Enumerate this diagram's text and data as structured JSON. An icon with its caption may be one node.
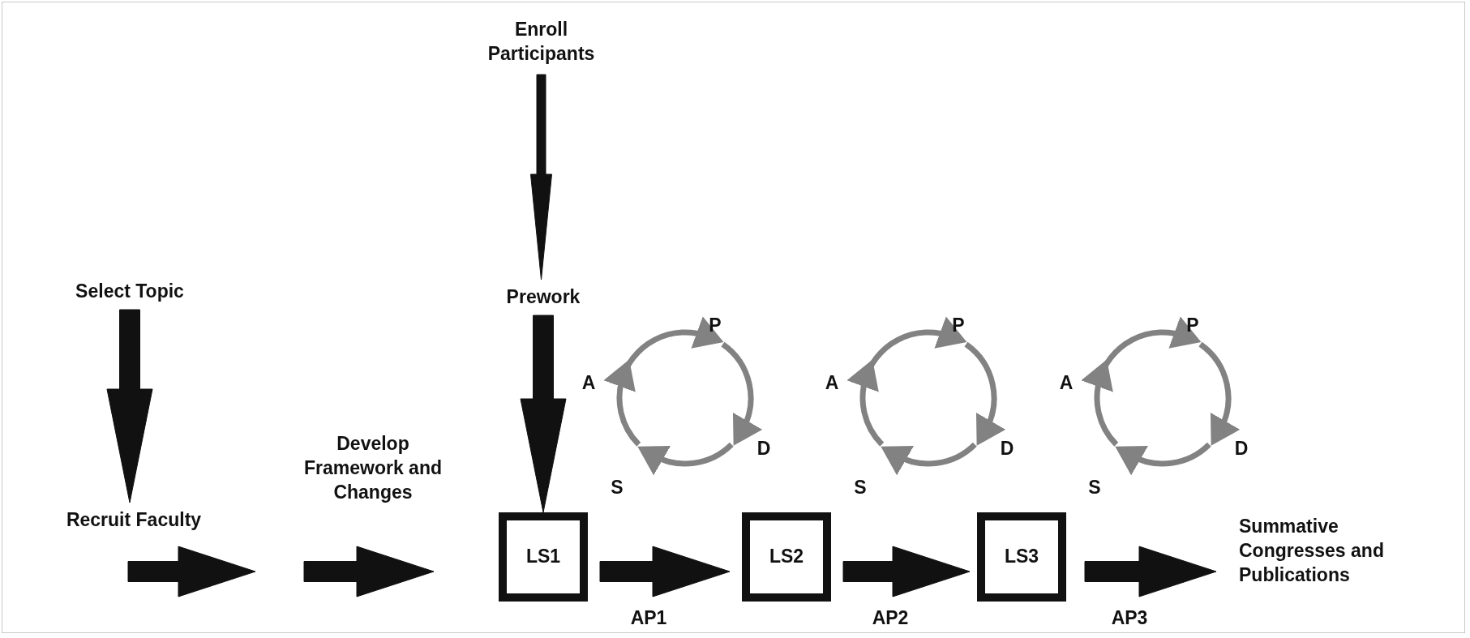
{
  "diagram": {
    "nodes": [
      {
        "text": [
          "Enroll Participants"
        ]
      },
      {
        "text": [
          "Select Topic"
        ]
      },
      {
        "text": [
          "Prework"
        ]
      },
      {
        "text": [
          "Recruit Faculty"
        ]
      },
      {
        "text": [
          "Develop Framework and Changes"
        ]
      },
      {
        "text": [
          "LS1"
        ]
      },
      {
        "text": [
          "LS2"
        ]
      },
      {
        "text": [
          "LS3"
        ]
      },
      {
        "text": [
          "Summative Congresses and Publications"
        ]
      }
    ],
    "edges": [
      {
        "from": 0,
        "to": 2,
        "arrow": "to"
      },
      {
        "from": 1,
        "to": 3,
        "arrow": "to",
        "style": "thick"
      },
      {
        "from": 2,
        "to": 5,
        "arrow": "to",
        "style": "thick"
      },
      {
        "from": 3,
        "to": 4,
        "arrow": "to",
        "style": "thick"
      },
      {
        "from": 4,
        "to": 5,
        "arrow": "to",
        "style": "thick"
      },
      {
        "from": 5,
        "to": 6,
        "arrow": "to",
        "style": "thick",
        "label": "AP1"
      },
      {
        "from": 6,
        "to": 7,
        "arrow": "to",
        "style": "thick",
        "label": "AP2"
      },
      {
        "from": 7,
        "to": 8,
        "arrow": "to",
        "style": "thick",
        "label": "AP3"
      }
    ],
    "labels": [
      "P",
      "A",
      "D",
      "S",
      "P",
      "A",
      "D",
      "S",
      "P",
      "A",
      "D",
      "S"
    ]
  }
}
